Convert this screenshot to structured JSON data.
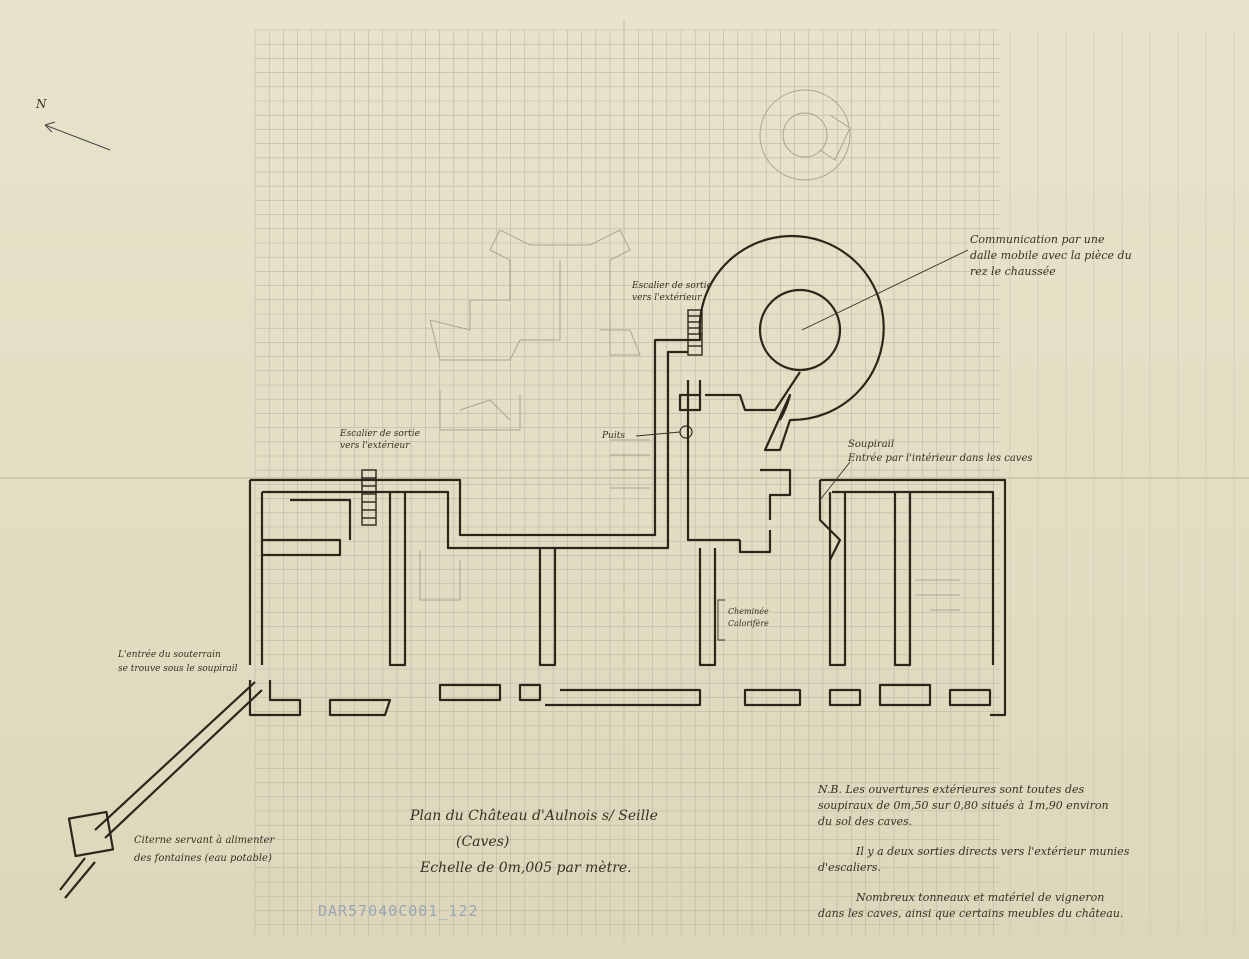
{
  "compass": {
    "label": "N"
  },
  "labels": {
    "tower": [
      "Communication par une",
      "dalle mobile avec la pièce du",
      "rez le chaussée"
    ],
    "stair_top": [
      "Escalier de sortie",
      "vers l'extérieur"
    ],
    "stair_left": [
      "Escalier de sortie",
      "vers l'extérieur"
    ],
    "well": "Puits",
    "soupirail": [
      "Soupirail",
      "Entrée par l'intérieur dans les caves"
    ],
    "chimney": [
      "Cheminée",
      "Calorifère"
    ],
    "tunnel": [
      "L'entrée du souterrain",
      "se trouve sous le soupirail"
    ],
    "cistern": [
      "Citerne servant à alimenter",
      "des fontaines (eau potable)"
    ]
  },
  "title": {
    "line1": "Plan du Château d'Aulnois s/ Seille",
    "line2": "(Caves)",
    "line3": "Echelle de 0m,005 par mètre."
  },
  "notes": [
    "N.B. Les ouvertures extérieures sont toutes des",
    "soupiraux de 0m,50 sur 0,80 situés à 1m,90 environ",
    "du sol des caves.",
    "Il y a deux sorties directs vers l'extérieur munies",
    "d'escaliers.",
    "Nombreux tonneaux et matériel de vigneron",
    "dans les caves, ainsi que certains meubles du château."
  ],
  "stamp": "DAR57040C001_122",
  "colors": {
    "paper": "#e4dfc6",
    "ink": "#2e241a",
    "grid": "#b9b7a8",
    "pencil": "#a9a596"
  }
}
